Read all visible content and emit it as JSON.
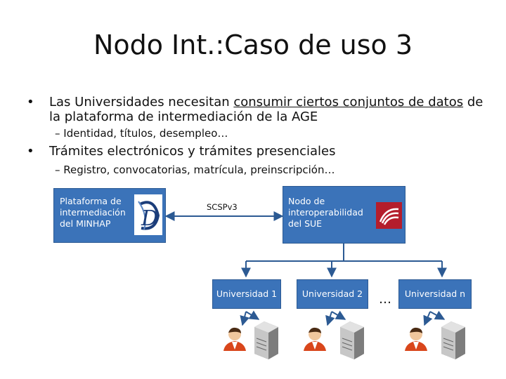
{
  "slide": {
    "title": "Nodo Int.:Caso de uso 3"
  },
  "bullets": [
    {
      "bullet": "•",
      "line1_pre": "Las Universidades necesitan ",
      "line1_underlined": "consumir ciertos conjuntos de datos",
      "line1_post": " de",
      "line2": "la plataforma de intermediación de la AGE",
      "sub": "– Identidad, títulos, desempleo…"
    },
    {
      "bullet": "•",
      "line1": "Trámites electrónicos y trámites presenciales",
      "sub": "– Registro, convocatorias, matrícula, preinscripción…"
    }
  ],
  "diagram": {
    "platform_box": {
      "lines": [
        "Plataforma de",
        "intermediación",
        "del MINHAP"
      ],
      "logo_letter": "D"
    },
    "connector_label": "SCSPv3",
    "node_box": {
      "lines": [
        "Nodo de",
        "interoperabilidad",
        "del SUE"
      ]
    },
    "universities": [
      "Universidad 1",
      "Universidad 2",
      "Universidad n"
    ],
    "ellipsis": "…",
    "colors": {
      "box_fill": "#3b73b9",
      "line": "#2c5a93",
      "sue_logo": "#b41d2c"
    }
  }
}
